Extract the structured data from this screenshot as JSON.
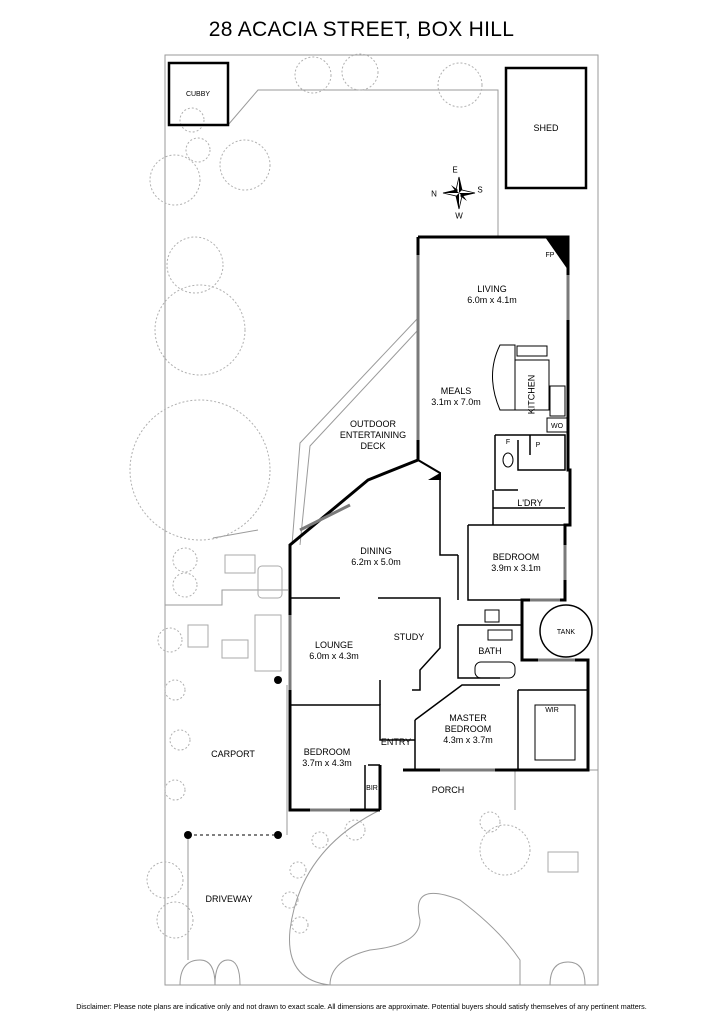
{
  "title": "28 ACACIA STREET, BOX HILL",
  "disclaimer": "Disclaimer: Please note plans are indicative only and not drawn to exact scale. All dimensions are approximate. Potential buyers should satisfy themselves of any pertinent matters.",
  "compass": {
    "n": "N",
    "e": "E",
    "s": "S",
    "w": "W"
  },
  "outbuildings": {
    "cubby": "CUBBY",
    "shed": "SHED",
    "tank": "TANK"
  },
  "rooms": {
    "living": {
      "name": "LIVING",
      "dims": "6.0m x 4.1m"
    },
    "meals": {
      "name": "MEALS",
      "dims": "3.1m x 7.0m"
    },
    "kitchen": {
      "name": "KITCHEN"
    },
    "wo": "WO",
    "fp": "FP",
    "f": "F",
    "p": "P",
    "outdoor": {
      "line1": "OUTDOOR",
      "line2": "ENTERTAINING",
      "line3": "DECK"
    },
    "ldry": {
      "name": "L'DRY"
    },
    "dining": {
      "name": "DINING",
      "dims": "6.2m x 5.0m"
    },
    "bedroom_east": {
      "name": "BEDROOM",
      "dims": "3.9m x 3.1m"
    },
    "lounge": {
      "name": "LOUNGE",
      "dims": "6.0m x 4.3m"
    },
    "study": {
      "name": "STUDY"
    },
    "bath": {
      "name": "BATH"
    },
    "master": {
      "line1": "MASTER",
      "line2": "BEDROOM",
      "dims": "4.3m x 3.7m"
    },
    "wir": {
      "name": "WIR"
    },
    "entry": {
      "name": "ENTRY"
    },
    "bedroom_front": {
      "name": "BEDROOM",
      "dims": "3.7m x 4.3m"
    },
    "bir": {
      "name": "BIR"
    },
    "porch": {
      "name": "PORCH"
    },
    "carport": {
      "name": "CARPORT"
    },
    "driveway": {
      "name": "DRIVEWAY"
    }
  }
}
